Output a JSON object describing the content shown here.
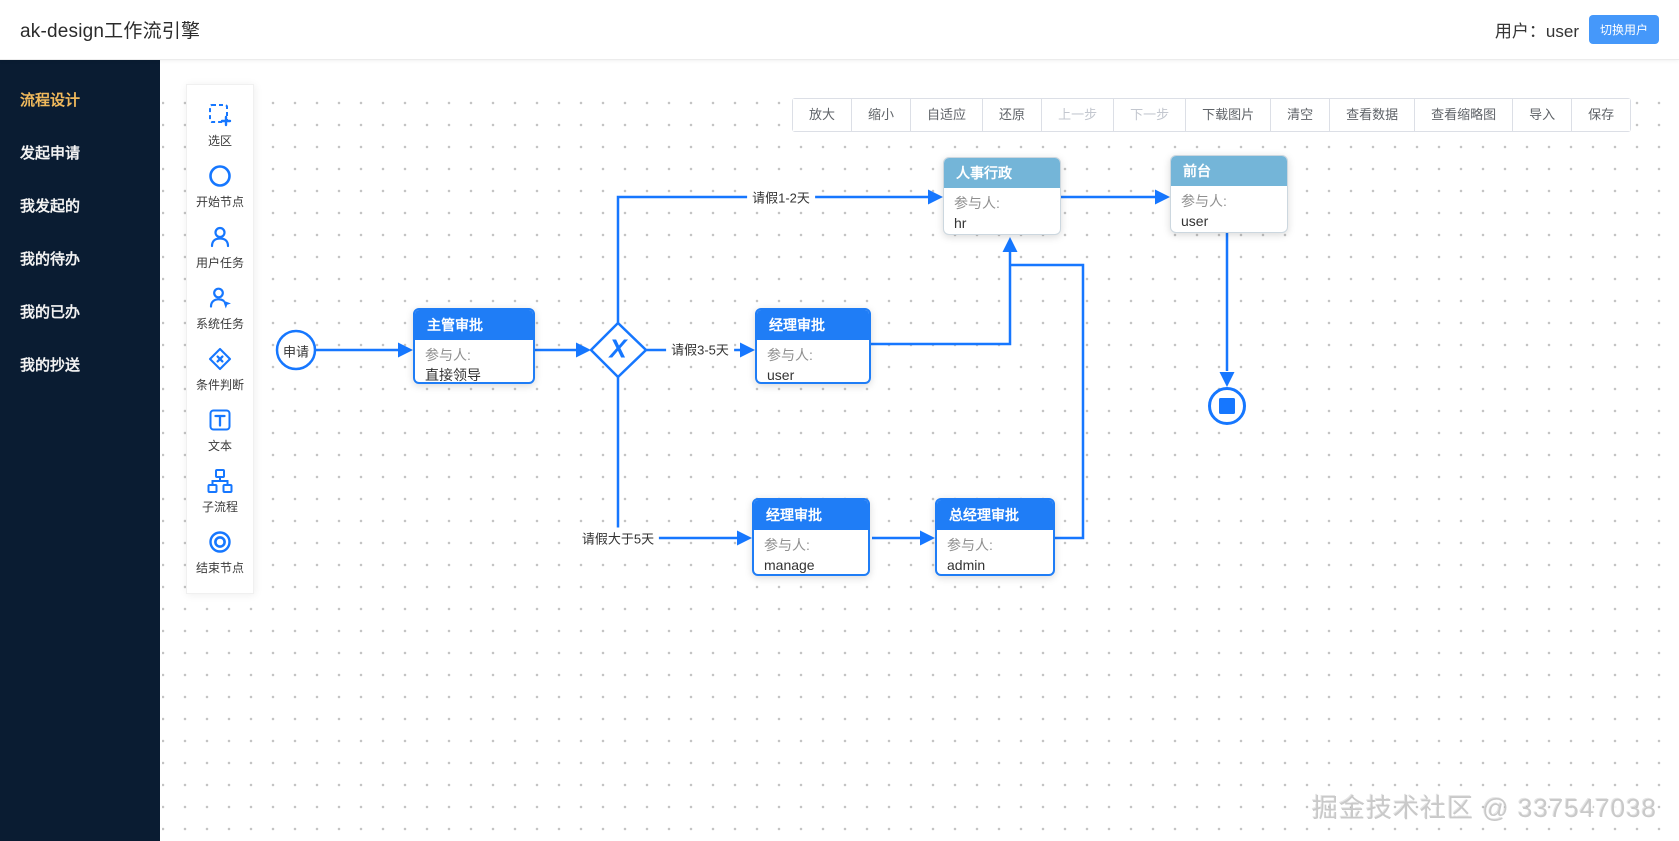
{
  "header": {
    "title": "ak-design工作流引擎",
    "user_label": "用户：",
    "username": "user",
    "switch_user_button": "切换用户"
  },
  "sidebar": {
    "items": [
      {
        "label": "流程设计",
        "active": true
      },
      {
        "label": "发起申请",
        "active": false
      },
      {
        "label": "我发起的",
        "active": false
      },
      {
        "label": "我的待办",
        "active": false
      },
      {
        "label": "我的已办",
        "active": false
      },
      {
        "label": "我的抄送",
        "active": false
      }
    ]
  },
  "toolbar": {
    "buttons": [
      {
        "label": "放大",
        "disabled": false
      },
      {
        "label": "缩小",
        "disabled": false
      },
      {
        "label": "自适应",
        "disabled": false
      },
      {
        "label": "还原",
        "disabled": false
      },
      {
        "label": "上一步",
        "disabled": true
      },
      {
        "label": "下一步",
        "disabled": true
      },
      {
        "label": "下载图片",
        "disabled": false
      },
      {
        "label": "清空",
        "disabled": false
      },
      {
        "label": "查看数据",
        "disabled": false
      },
      {
        "label": "查看缩略图",
        "disabled": false
      },
      {
        "label": "导入",
        "disabled": false
      },
      {
        "label": "保存",
        "disabled": false
      }
    ]
  },
  "palette": {
    "items": [
      {
        "icon": "marquee-icon",
        "label": "选区"
      },
      {
        "icon": "circle-icon",
        "label": "开始节点"
      },
      {
        "icon": "user-icon",
        "label": "用户任务"
      },
      {
        "icon": "system-user-icon",
        "label": "系统任务"
      },
      {
        "icon": "condition-diamond-icon",
        "label": "条件判断"
      },
      {
        "icon": "text-icon",
        "label": "文本"
      },
      {
        "icon": "subprocess-icon",
        "label": "子流程"
      },
      {
        "icon": "end-node-icon",
        "label": "结束节点"
      }
    ]
  },
  "flow": {
    "start_node": {
      "label": "申请"
    },
    "gateway": "X",
    "nodes": [
      {
        "title": "主管审批",
        "field": "参与人:",
        "value": "直接领导",
        "style": "primary"
      },
      {
        "title": "经理审批",
        "field": "参与人:",
        "value": "user",
        "style": "primary"
      },
      {
        "title": "人事行政",
        "field": "参与人:",
        "value": "hr",
        "style": "light"
      },
      {
        "title": "前台",
        "field": "参与人:",
        "value": "user",
        "style": "light"
      },
      {
        "title": "经理审批",
        "field": "参与人:",
        "value": "manage",
        "style": "primary"
      },
      {
        "title": "总经理审批",
        "field": "参与人:",
        "value": "admin",
        "style": "primary"
      }
    ],
    "edge_labels": [
      "请假1-2天",
      "请假3-5天",
      "请假大于5天"
    ]
  },
  "watermark": "掘金技术社区 @ 337547038",
  "colors": {
    "accent_blue": "#1f7df6",
    "line_blue": "#1677ff",
    "light_node_header": "#74b5d8",
    "sidebar_bg": "#0a1c32",
    "active_menu": "#f0b95c",
    "switch_button": "#4598fa"
  }
}
